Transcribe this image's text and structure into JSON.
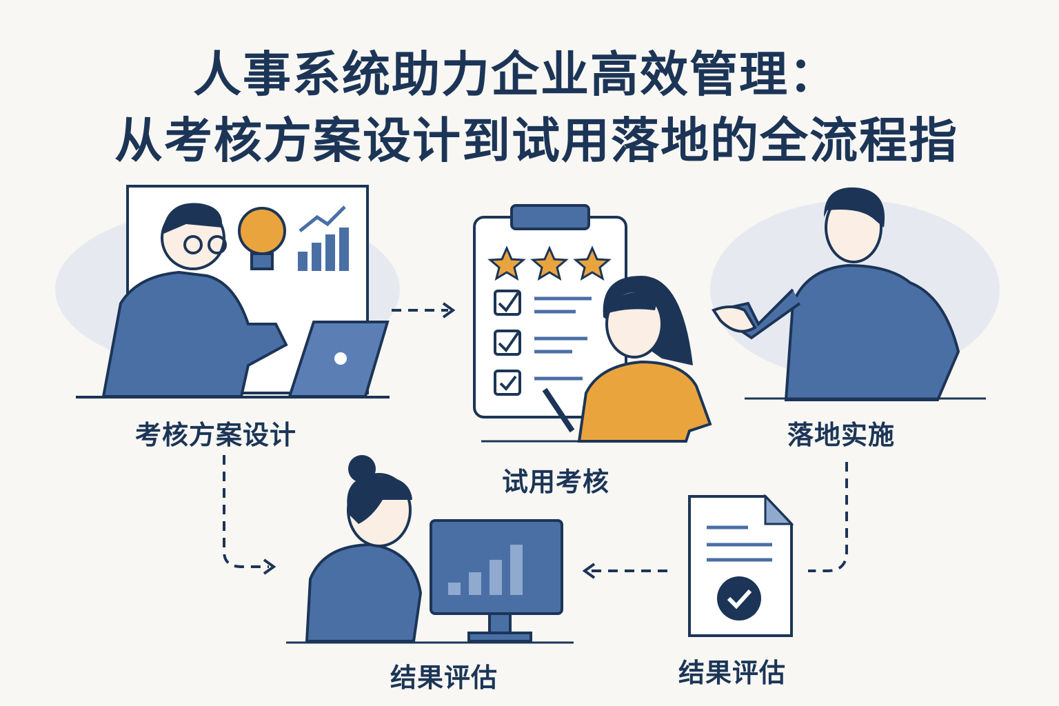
{
  "title": {
    "line1": "人事系统助力企业高效管理：",
    "line2": "从考核方案设计到试用落地的全流程指"
  },
  "steps": [
    {
      "label": "考核方案设计",
      "icon": "presenter-whiteboard-laptop"
    },
    {
      "label": "试用考核",
      "icon": "clipboard-checklist-stars"
    },
    {
      "label": "落地实施",
      "icon": "man-gesturing"
    },
    {
      "label": "结果评估",
      "icon": "woman-at-computer-chart"
    },
    {
      "label": "结果评估",
      "icon": "document-checkmark"
    }
  ],
  "colors": {
    "background": "#f8f7f3",
    "navy": "#1c3557",
    "blue": "#4a6fa5",
    "orange": "#eaa43e"
  }
}
